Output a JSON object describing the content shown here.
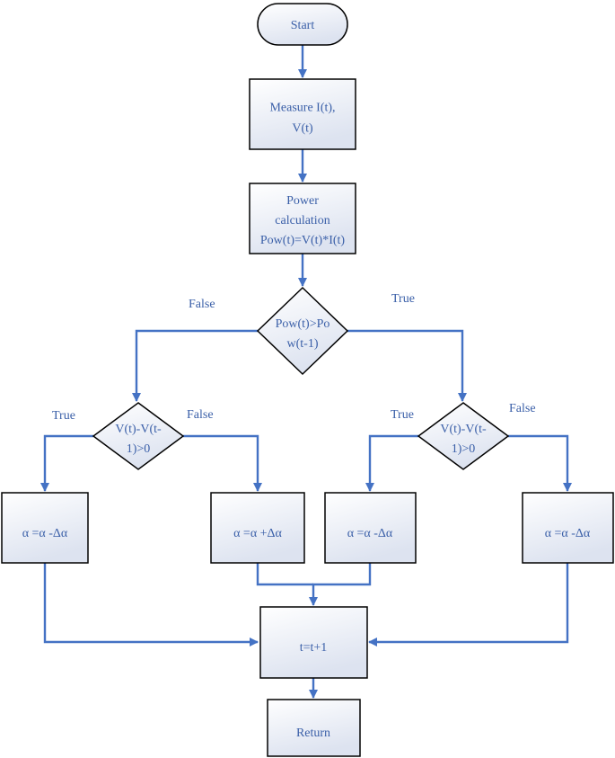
{
  "nodes": {
    "start": [
      "Start"
    ],
    "measure": [
      "Measure I(t),",
      "V(t)"
    ],
    "power": [
      "Power",
      "calculation",
      "Pow(t)=V(t)*I(t)"
    ],
    "decision_main": [
      "Pow(t)>Po",
      "w(t-1)"
    ],
    "decision_left": [
      "V(t)-V(t-",
      "1)>0"
    ],
    "decision_right": [
      "V(t)-V(t-",
      "1)>0"
    ],
    "box_ll": [
      "α =α -Δα"
    ],
    "box_lr": [
      "α =α +Δα"
    ],
    "box_rl": [
      "α =α -Δα"
    ],
    "box_rr": [
      "α =α -Δα"
    ],
    "update": [
      "t=t+1"
    ],
    "return": [
      "Return"
    ]
  },
  "edge_labels": {
    "main_false": "False",
    "main_true": "True",
    "left_true": "True",
    "left_false": "False",
    "right_true": "True",
    "right_false": "False"
  },
  "colors": {
    "arrow": "#4472c4",
    "text": "#3a5fa8",
    "border": "#000000",
    "fill_top": "#ffffff",
    "fill_bottom": "#dde3f0"
  }
}
